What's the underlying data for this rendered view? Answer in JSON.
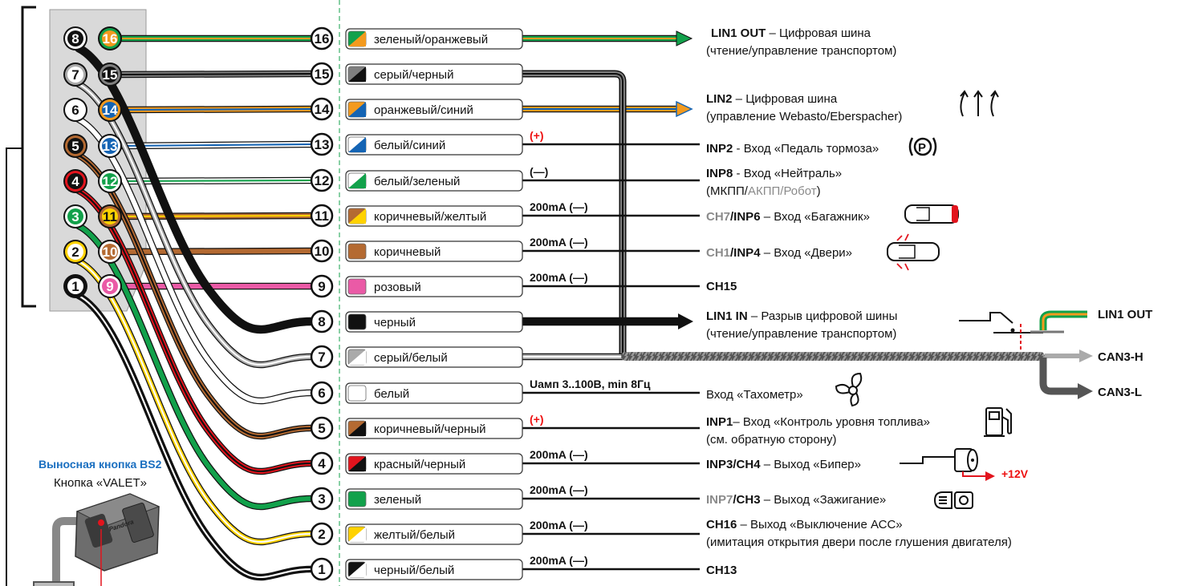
{
  "colors": {
    "green": "#12a14b",
    "orange": "#f39a1e",
    "gray": "#7f7f7f",
    "blue": "#1464b4",
    "brown": "#b46a32",
    "red": "#e2141d",
    "yellow": "#ffd200",
    "pink": "#ea5aa6",
    "black": "#111111",
    "white": "#ffffff",
    "light_gray": "#aaaaaa",
    "accent_gray_text": "#8a8a8a",
    "button_title_blue": "#1a6fc0",
    "plus12_red": "#e11d2a",
    "connector_bg": "#d9d9d9"
  },
  "connector_pins": [
    {
      "left": "8",
      "right": "16"
    },
    {
      "left": "7",
      "right": "15"
    },
    {
      "left": "6",
      "right": "14"
    },
    {
      "left": "5",
      "right": "13"
    },
    {
      "left": "4",
      "right": "12"
    },
    {
      "left": "3",
      "right": "11"
    },
    {
      "left": "2",
      "right": "10"
    },
    {
      "left": "1",
      "right": "9"
    }
  ],
  "wires": [
    {
      "num": "16",
      "name": "зеленый/оранжевый",
      "note": ""
    },
    {
      "num": "15",
      "name": "серый/черный",
      "note": ""
    },
    {
      "num": "14",
      "name": "оранжевый/синий",
      "note": ""
    },
    {
      "num": "13",
      "name": "белый/синий",
      "note": "(+)"
    },
    {
      "num": "12",
      "name": "белый/зеленый",
      "note": "(—)"
    },
    {
      "num": "11",
      "name": "коричневый/желтый",
      "note": "200mA (—)"
    },
    {
      "num": "10",
      "name": "коричневый",
      "note": "200mA (—)"
    },
    {
      "num": "9",
      "name": "розовый",
      "note": "200mA (—)"
    },
    {
      "num": "8",
      "name": "черный",
      "note": ""
    },
    {
      "num": "7",
      "name": "серый/белый",
      "note": ""
    },
    {
      "num": "6",
      "name": "белый",
      "note": "Uамп 3..100В, min 8Гц"
    },
    {
      "num": "5",
      "name": "коричневый/черный",
      "note": "(+)"
    },
    {
      "num": "4",
      "name": "красный/черный",
      "note": "200mA (—)"
    },
    {
      "num": "3",
      "name": "зеленый",
      "note": "200mA (—)"
    },
    {
      "num": "2",
      "name": "желтый/белый",
      "note": "200mA (—)"
    },
    {
      "num": "1",
      "name": "черный/белый",
      "note": "200mA (—)"
    }
  ],
  "signals": {
    "s16": {
      "code": "LIN1 OUT",
      "desc": " – Цифровая шина",
      "line2": "(чтение/управление транспортом)"
    },
    "s14": {
      "code": "LIN2",
      "desc": " – Цифровая шина",
      "line2": "(управление Webasto/Eberspacher)"
    },
    "s13": {
      "code": "INP2",
      "desc": " - Вход «Педаль тормоза»"
    },
    "s12": {
      "code": "INP8",
      "desc": " - Вход «Нейтраль»",
      "line2a": "(МКПП/",
      "line2b": "АКПП/Робот",
      "line2c": ")"
    },
    "s11": {
      "code_a": "CH7",
      "code_b": "/INP6",
      "desc": "  – Вход «Багажник»"
    },
    "s10": {
      "code_a": "CH1",
      "code_b": "/INP4",
      "desc": " – Вход «Двери»"
    },
    "s9": {
      "code": "CH15"
    },
    "s8": {
      "code": "LIN1 IN",
      "desc": " – Разрыв цифровой шины",
      "line2": "(чтение/управление транспортом)"
    },
    "s6": {
      "desc": "Вход «Тахометр»"
    },
    "s5": {
      "code": "INP1",
      "desc": "– Вход «Контроль уровня топлива»",
      "line2": "(см. обратную сторону)"
    },
    "s4": {
      "code_a": "INP3",
      "code_b": "/CH4",
      "desc": " – Выход «Бипер»"
    },
    "s3": {
      "code_a": "INP7",
      "code_b": "/CH3",
      "desc": " – Выход  «Зажигание»"
    },
    "s2": {
      "code": "CH16",
      "desc": " – Выход «Выключение АСС»",
      "line2": "(имитация открытия двери после глушения двигателя)"
    },
    "s1": {
      "code": "CH13"
    }
  },
  "right_labels": {
    "lin1_out": "LIN1 OUT",
    "can3_h": "CAN3-H",
    "can3_l": "CAN3-L",
    "plus12": "+12V"
  },
  "valet_button": {
    "title": "Выносная кнопка BS2",
    "subtitle": "Кнопка «VALET»",
    "brand": "Pandora"
  },
  "icons": [
    "arrows-up-icon",
    "brake-pedal-icon",
    "car-trunk-icon",
    "car-doors-icon",
    "switch-icon",
    "fan-icon",
    "fuel-pump-icon",
    "beeper-icon",
    "ignition-icon"
  ]
}
